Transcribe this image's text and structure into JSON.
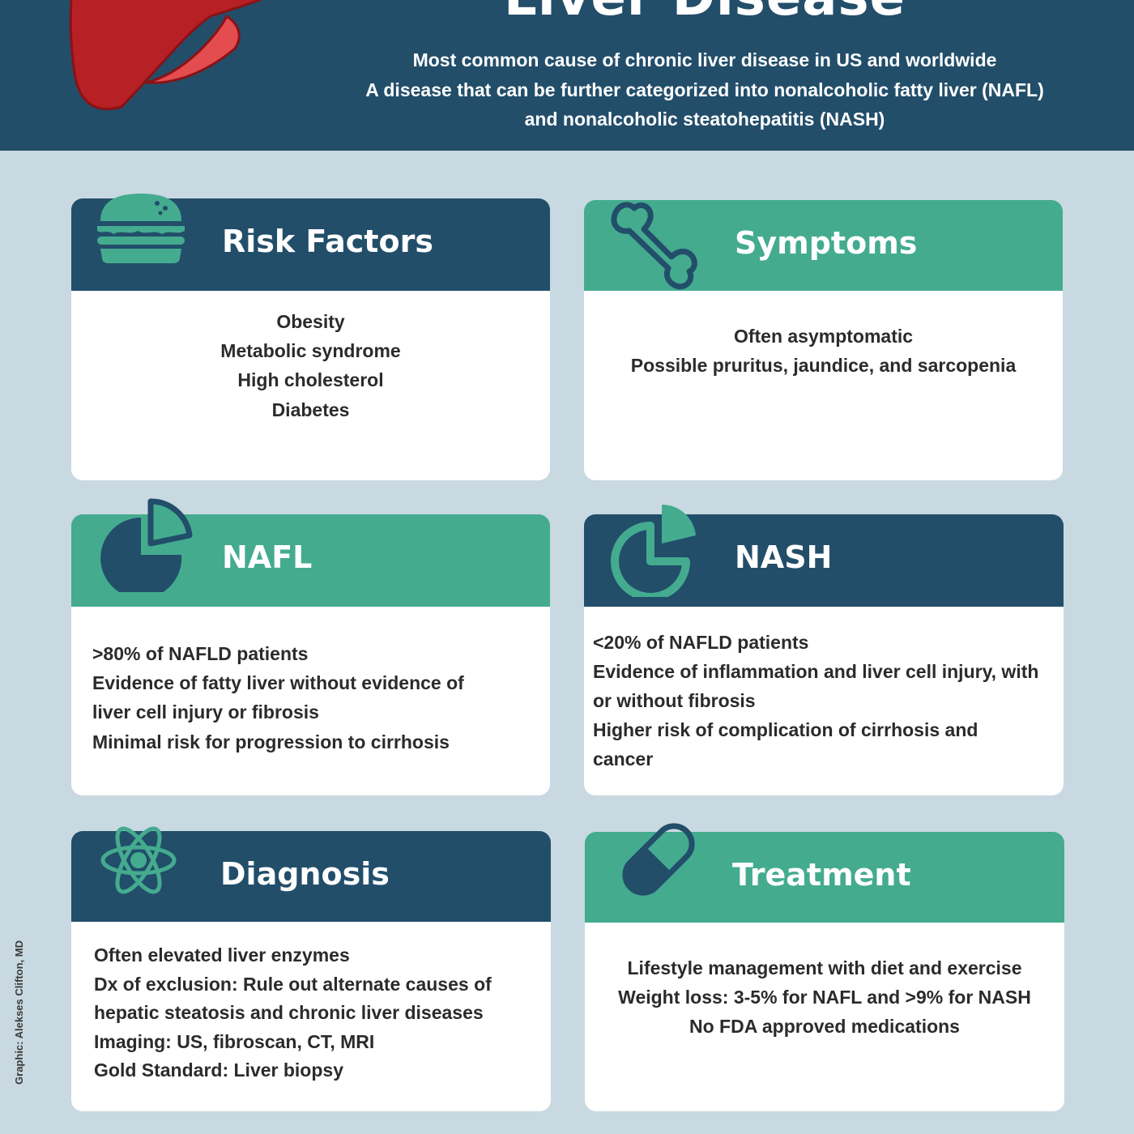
{
  "header": {
    "title": "Liver Disease",
    "subtitle_lines": [
      "Most common cause of chronic liver disease in US and worldwide",
      "A disease that can be further categorized into nonalcoholic fatty liver (NAFL)",
      "and nonalcoholic steatohepatitis (NASH)"
    ]
  },
  "cards": {
    "risk_factors": {
      "title": "Risk Factors",
      "icon": "burger-icon",
      "lines": [
        "Obesity",
        "Metabolic syndrome",
        "High cholesterol",
        "Diabetes"
      ]
    },
    "symptoms": {
      "title": "Symptoms",
      "icon": "bone-icon",
      "lines": [
        "Often asymptomatic",
        "Possible pruritus, jaundice, and sarcopenia"
      ]
    },
    "nafl": {
      "title": "NAFL",
      "icon": "pie-chart-icon",
      "lines": [
        ">80% of NAFLD patients",
        "Evidence of fatty liver without evidence of",
        "liver cell injury or fibrosis",
        "Minimal risk for progression to cirrhosis"
      ]
    },
    "nash": {
      "title": "NASH",
      "icon": "pie-chart-outline-icon",
      "lines": [
        "<20% of NAFLD patients",
        "Evidence of inflammation and liver cell injury, with",
        "or without fibrosis",
        "Higher risk of complication of cirrhosis and",
        "cancer"
      ]
    },
    "diagnosis": {
      "title": "Diagnosis",
      "icon": "atom-icon",
      "lines": [
        "Often elevated liver enzymes",
        "Dx of exclusion: Rule out alternate causes of",
        "hepatic steatosis and chronic liver diseases",
        "Imaging: US, fibroscan, CT, MRI",
        "Gold Standard: Liver biopsy"
      ]
    },
    "treatment": {
      "title": "Treatment",
      "icon": "pill-icon",
      "lines": [
        "Lifestyle management with diet and exercise",
        "Weight loss: 3-5% for NAFL and >9% for NASH",
        "No FDA approved medications"
      ]
    }
  },
  "credit": "Graphic: Alekses Clifton, MD",
  "colors": {
    "navy": "#224e6a",
    "teal": "#44ab8f",
    "background": "#c9d9e1",
    "liver_red": "#b72025",
    "liver_highlight": "#e34d50"
  }
}
